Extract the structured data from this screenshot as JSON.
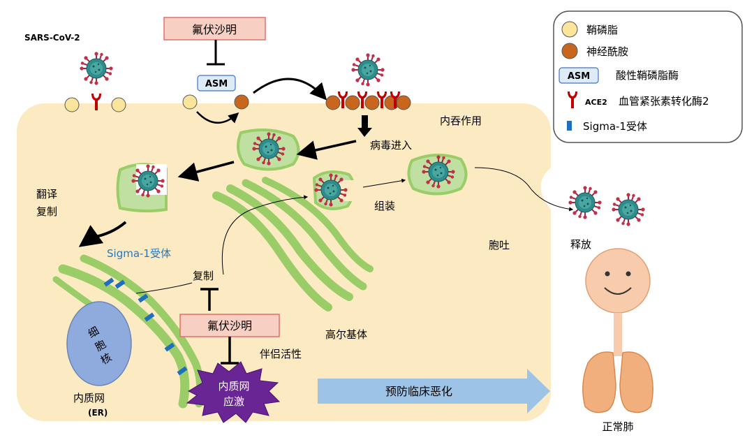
{
  "virus_label": "SARS-CoV-2",
  "drug": "氟伏沙明",
  "asm": "ASM",
  "labels": {
    "endocytosis": "内吞作用",
    "virus_entry": "病毒进入",
    "translation_1": "翻译",
    "translation_2": "复制",
    "assembly": "组装",
    "exocytosis": "胞吐",
    "release": "释放",
    "sigma_receptor": "Sigma-1受体",
    "replication": "复制",
    "golgi": "高尔基体",
    "chaperone": "伴侣活性",
    "nucleus": [
      "细",
      "胞",
      "核"
    ],
    "er_1": "内质网",
    "er_2": "(ER)",
    "er_stress_1": "内质网",
    "er_stress_2": "应激",
    "prevent": "预防临床恶化",
    "normal_lung": "正常肺"
  },
  "legend": {
    "items": [
      {
        "icon": "sphingomyelin",
        "label": "鞘磷脂"
      },
      {
        "icon": "ceramide",
        "label": "神经酰胺"
      },
      {
        "icon": "asm",
        "label": "酸性鞘磷脂酶"
      },
      {
        "icon": "ace2",
        "label": "血管紧张素转化酶2",
        "sub": "ACE2"
      },
      {
        "icon": "sigma1",
        "label": "Sigma-1受体"
      }
    ]
  },
  "colors": {
    "cell": "#FCEBC2",
    "sphingomyelin": "#FAE59A",
    "ceramide": "#C8661E",
    "er": "#9ACD68",
    "drug_box": "#F7CFC3",
    "drug_border": "#E0706B",
    "stress": "#6A2595",
    "arrow_blue": "#9DC3E6",
    "nucleus": "#8FAADC",
    "ace2": "#C00000",
    "sigma": "#1F6FC0",
    "lung": "#F2AF7E"
  }
}
